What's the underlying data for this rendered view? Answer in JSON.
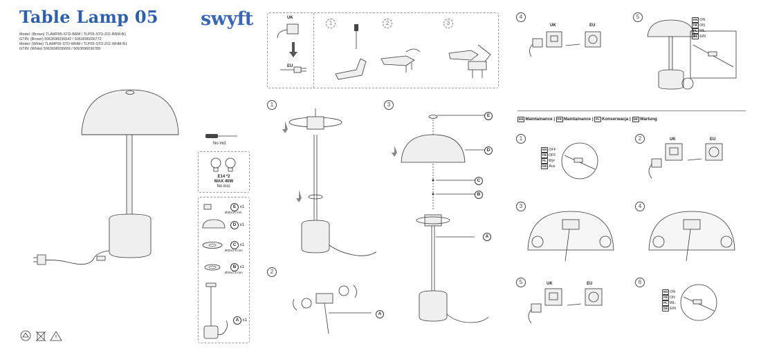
{
  "header": {
    "title": "Table Lamp 05",
    "brand": "swyft",
    "meta_lines": [
      "Model: (Brown) TLAMP05-STD-BRM / TLP05-STD-Z01-BRM-B1",
      "GTIN: (Brown) 5063696036642 / 5063696036772",
      "Model: (White) TLAMP05-STD-WHM / TLP05-STD-Z01-WHM-B1",
      "GTIN: (White) 5063696036659 / 5063696036789"
    ]
  },
  "tools": {
    "screwdriver_note": "No incl.",
    "bulb_spec": "E14 *2",
    "bulb_max": "MAX 40W",
    "bulb_note": "No incl."
  },
  "parts": [
    {
      "letter": "E",
      "qty": "x1",
      "dim": "Ø25x10 mm"
    },
    {
      "letter": "D",
      "qty": "x1",
      "dim": ""
    },
    {
      "letter": "C",
      "qty": "x1",
      "dim": "Ø20x1.5 mm"
    },
    {
      "letter": "B",
      "qty": "x1",
      "dim": "Ø16x1.5 mm"
    },
    {
      "letter": "A",
      "qty": "x1",
      "dim": ""
    }
  ],
  "plug_box": {
    "uk": "UK",
    "eu": "EU",
    "steps": [
      "1",
      "2",
      "3"
    ]
  },
  "assembly_steps": {
    "s1": "1",
    "s2": "2",
    "s3": "3",
    "s4": "4",
    "s5": "5",
    "uk": "UK",
    "eu": "EU",
    "labels": [
      "A",
      "B",
      "C",
      "D",
      "E"
    ],
    "lang_on": [
      "EN",
      "ON",
      "FR",
      "ON",
      "PL",
      "WŁ.",
      "DE",
      "EIN"
    ]
  },
  "maintenance": {
    "heading": [
      {
        "code": "EN",
        "text": "Maintainance"
      },
      {
        "code": "FR",
        "text": "Maintainance"
      },
      {
        "code": "PL",
        "text": "Konserwacja"
      },
      {
        "code": "DE",
        "text": "Wartung"
      }
    ],
    "steps": [
      "1",
      "2",
      "3",
      "4",
      "5",
      "6"
    ],
    "uk": "UK",
    "eu": "EU",
    "off_list": [
      {
        "code": "EN",
        "text": "OFF"
      },
      {
        "code": "FR",
        "text": "OFF"
      },
      {
        "code": "PL",
        "text": "Wył"
      },
      {
        "code": "DE",
        "text": "Aus"
      }
    ],
    "on_list": [
      {
        "code": "EN",
        "text": "ON"
      },
      {
        "code": "FR",
        "text": "ON"
      },
      {
        "code": "PL",
        "text": "WŁ."
      },
      {
        "code": "DE",
        "text": "EIN"
      }
    ]
  },
  "colors": {
    "title_blue": "#2e5fa8",
    "line": "#333333",
    "fill_light": "#efefef"
  }
}
